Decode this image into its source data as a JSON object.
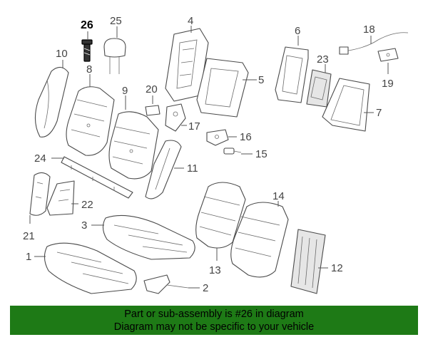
{
  "callouts": [
    {
      "id": "26",
      "label": "26",
      "highlighted": true
    },
    {
      "id": "25",
      "label": "25"
    },
    {
      "id": "4",
      "label": "4"
    },
    {
      "id": "6",
      "label": "6"
    },
    {
      "id": "18",
      "label": "18"
    },
    {
      "id": "10",
      "label": "10"
    },
    {
      "id": "8",
      "label": "8"
    },
    {
      "id": "9",
      "label": "9"
    },
    {
      "id": "5",
      "label": "5"
    },
    {
      "id": "23",
      "label": "23"
    },
    {
      "id": "19",
      "label": "19"
    },
    {
      "id": "20",
      "label": "20"
    },
    {
      "id": "7",
      "label": "7"
    },
    {
      "id": "17",
      "label": "17"
    },
    {
      "id": "16",
      "label": "16"
    },
    {
      "id": "15",
      "label": "15"
    },
    {
      "id": "24",
      "label": "24"
    },
    {
      "id": "11",
      "label": "11"
    },
    {
      "id": "14",
      "label": "14"
    },
    {
      "id": "22",
      "label": "22"
    },
    {
      "id": "21",
      "label": "21"
    },
    {
      "id": "3",
      "label": "3"
    },
    {
      "id": "13",
      "label": "13"
    },
    {
      "id": "12",
      "label": "12"
    },
    {
      "id": "1",
      "label": "1"
    },
    {
      "id": "2",
      "label": "2"
    }
  ],
  "banner": {
    "line1": "Part or sub-assembly is #26 in diagram",
    "line2": "Diagram may not be specific to your vehicle",
    "color": "#1e7a16"
  },
  "highlight_color": "#000000"
}
